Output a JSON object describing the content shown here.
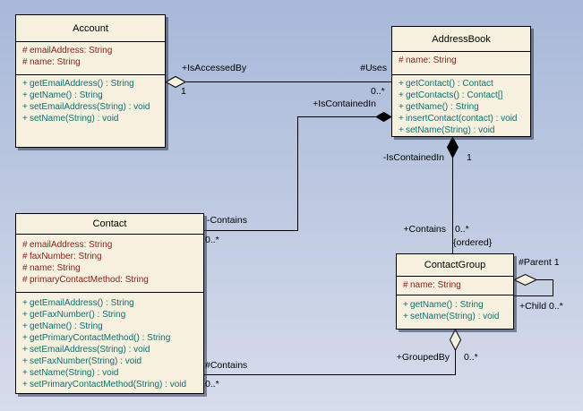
{
  "diagram": {
    "type": "uml-class-diagram",
    "colors": {
      "background_top": "#a7b8d9",
      "background_bottom": "#d6dcec",
      "class_fill": "#f6f0df",
      "class_border": "#000000",
      "attribute_text": "#861c17",
      "method_text": "#0e6e6e",
      "label_text": "#000000"
    }
  },
  "classes": {
    "account": {
      "title": "Account",
      "attributes": [
        {
          "vis": "#",
          "text": "emailAddress: String"
        },
        {
          "vis": "#",
          "text": "name: String"
        }
      ],
      "methods": [
        {
          "vis": "+",
          "text": "getEmailAddress() : String"
        },
        {
          "vis": "+",
          "text": "getName() : String"
        },
        {
          "vis": "+",
          "text": "setEmailAddress(String) : void"
        },
        {
          "vis": "+",
          "text": "setName(String) : void"
        }
      ]
    },
    "addressbook": {
      "title": "AddressBook",
      "attributes": [
        {
          "vis": "#",
          "text": "name: String"
        }
      ],
      "methods": [
        {
          "vis": "+",
          "text": "getContact() : Contact"
        },
        {
          "vis": "+",
          "text": "getContacts() : Contact[]"
        },
        {
          "vis": "+",
          "text": "getName() : String"
        },
        {
          "vis": "+",
          "text": "insertContact(contact) : void"
        },
        {
          "vis": "+",
          "text": "setName(String) : void"
        }
      ]
    },
    "contact": {
      "title": "Contact",
      "attributes": [
        {
          "vis": "#",
          "text": "emailAddress: String"
        },
        {
          "vis": "#",
          "text": "faxNumber: String"
        },
        {
          "vis": "#",
          "text": "name: String"
        },
        {
          "vis": "#",
          "text": "primaryContactMethod: String"
        }
      ],
      "methods": [
        {
          "vis": "+",
          "text": "getEmailAddress() : String"
        },
        {
          "vis": "+",
          "text": "getFaxNumber() : String"
        },
        {
          "vis": "+",
          "text": "getName() : String"
        },
        {
          "vis": "+",
          "text": "getPrimaryContactMethod() : String"
        },
        {
          "vis": "+",
          "text": "setEmailAddress(String) : void"
        },
        {
          "vis": "+",
          "text": "setFaxNumber(String) : void"
        },
        {
          "vis": "+",
          "text": "setName(String) : void"
        },
        {
          "vis": "+",
          "text": "setPrimaryContactMethod(String) : void"
        }
      ]
    },
    "contactgroup": {
      "title": "ContactGroup",
      "attributes": [
        {
          "vis": "#",
          "text": "name: String"
        }
      ],
      "methods": [
        {
          "vis": "+",
          "text": "getName() : String"
        },
        {
          "vis": "+",
          "text": "setName(String) : void"
        }
      ]
    }
  },
  "relationships": {
    "account_addressbook": {
      "type": "aggregation",
      "role_account": "+IsAccessedBy",
      "mult_account": "1",
      "role_addressbook": "#Uses",
      "mult_addressbook": "0..*"
    },
    "contact_addressbook": {
      "type": "composition",
      "role_addressbook": "+IsContainedIn",
      "role_contact": "-Contains",
      "mult_contact": "0..*"
    },
    "addressbook_contactgroup": {
      "type": "composition",
      "role_addressbook": "-IsContainedIn",
      "mult_addressbook": "1",
      "role_contactgroup": "+Contains",
      "mult_contactgroup": "0..*",
      "constraint": "{ordered}"
    },
    "contactgroup_self": {
      "type": "aggregation",
      "role_parent": "#Parent 1",
      "role_child": "+Child 0..*"
    },
    "contact_contactgroup": {
      "type": "aggregation",
      "role_contactgroup": "+GroupedBy",
      "mult_contactgroup": "0..*",
      "role_contact": "#Contains",
      "mult_contact": "0..*"
    }
  }
}
